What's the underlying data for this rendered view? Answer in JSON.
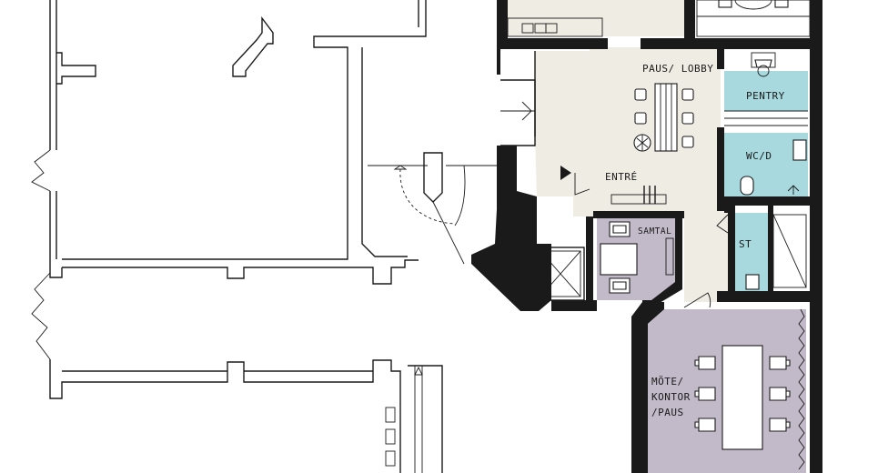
{
  "rooms": {
    "paus_lobby": {
      "label": "PAUS/ LOBBY"
    },
    "pentry": {
      "label": "PENTRY"
    },
    "wc": {
      "label": "WC/D"
    },
    "entre": {
      "label": "ENTRÉ"
    },
    "samtal": {
      "label": "SAMTAL"
    },
    "st": {
      "label": "ST"
    },
    "mote": {
      "label_lines": [
        "MÖTE/",
        "KONTOR",
        "/PAUS"
      ]
    }
  },
  "colors": {
    "lobby_fill": "#efece4",
    "wet_fill": "#a8d9de",
    "meeting_fill": "#c3bac9",
    "wall": "#1a1a1a"
  }
}
